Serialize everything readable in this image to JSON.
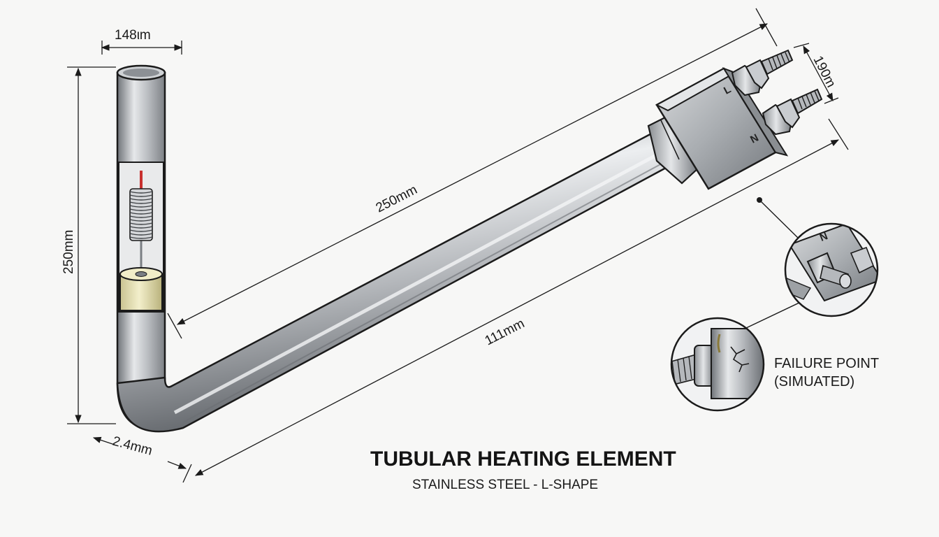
{
  "title": "TUBULAR HEATING ELEMENT",
  "subtitle": "STAINLESS STEEL - L-SHAPE",
  "dimensions": {
    "top_width": "148ιm",
    "left_height": "250mm",
    "diagonal_length": "250mm",
    "lower_length": "111mm",
    "bend_radius": "2.4mm",
    "terminal_spacing": "190m"
  },
  "terminals": {
    "live": "L",
    "neutral": "N"
  },
  "callout": {
    "line1": "FAILURE POINT",
    "line2": "(SIMUATED)",
    "detail_terminal_mark": "N"
  },
  "colors": {
    "steel": "#b9bcc0",
    "steel_dark": "#6f7378",
    "ceramic_insulator": "#e7e2b6",
    "lead_wire": "#c8302f",
    "outline": "#1b1b1b"
  }
}
